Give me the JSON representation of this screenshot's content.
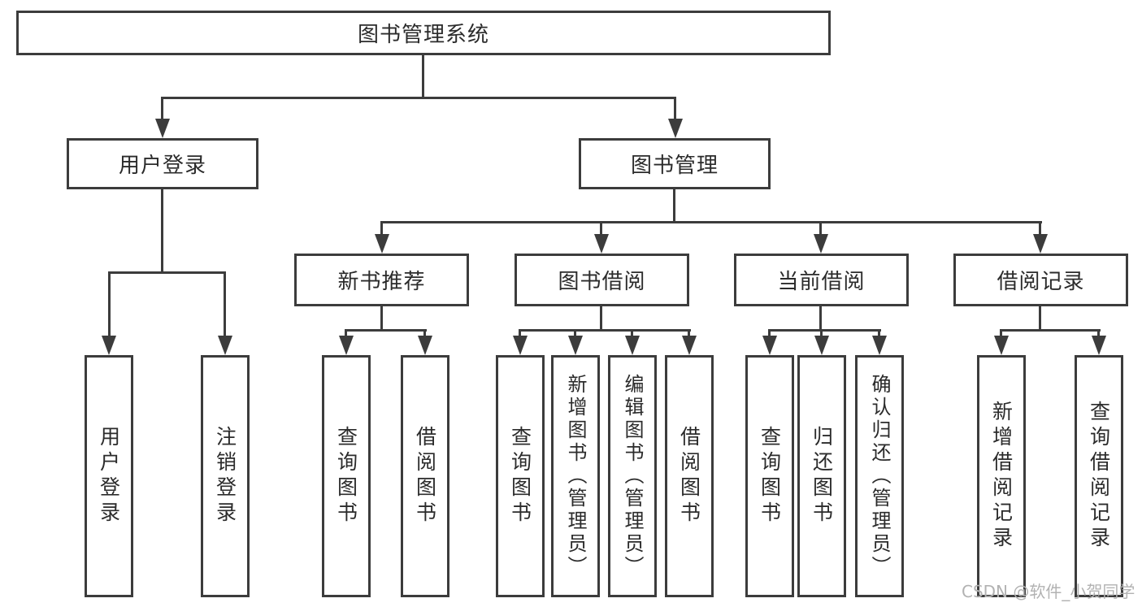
{
  "diagram": {
    "title": "图书管理系统",
    "colors": {
      "line": "#3c3c3c",
      "text": "#2b2b2b",
      "watermark": "#b2b2b2",
      "background": "#ffffff"
    },
    "root": {
      "label": "图书管理系统"
    },
    "level2": [
      {
        "label": "用户登录"
      },
      {
        "label": "图书管理"
      }
    ],
    "level3": [
      {
        "label": "新书推荐"
      },
      {
        "label": "图书借阅"
      },
      {
        "label": "当前借阅"
      },
      {
        "label": "借阅记录"
      }
    ],
    "leaves": {
      "user_login": [
        {
          "label": "用户登录"
        },
        {
          "label": "注销登录"
        }
      ],
      "new_book": [
        {
          "label": "查询图书"
        },
        {
          "label": "借阅图书"
        }
      ],
      "book_borrow": [
        {
          "label": "查询图书"
        },
        {
          "label": "新增图书（管理员）"
        },
        {
          "label": "编辑图书（管理员）"
        },
        {
          "label": "借阅图书"
        }
      ],
      "current_borrow": [
        {
          "label": "查询图书"
        },
        {
          "label": "归还图书"
        },
        {
          "label": "确认归还（管理员）"
        }
      ],
      "borrow_record": [
        {
          "label": "新增借阅记录"
        },
        {
          "label": "查询借阅记录"
        }
      ]
    }
  },
  "watermark": {
    "text": "CSDN @软件_小贺同学"
  }
}
